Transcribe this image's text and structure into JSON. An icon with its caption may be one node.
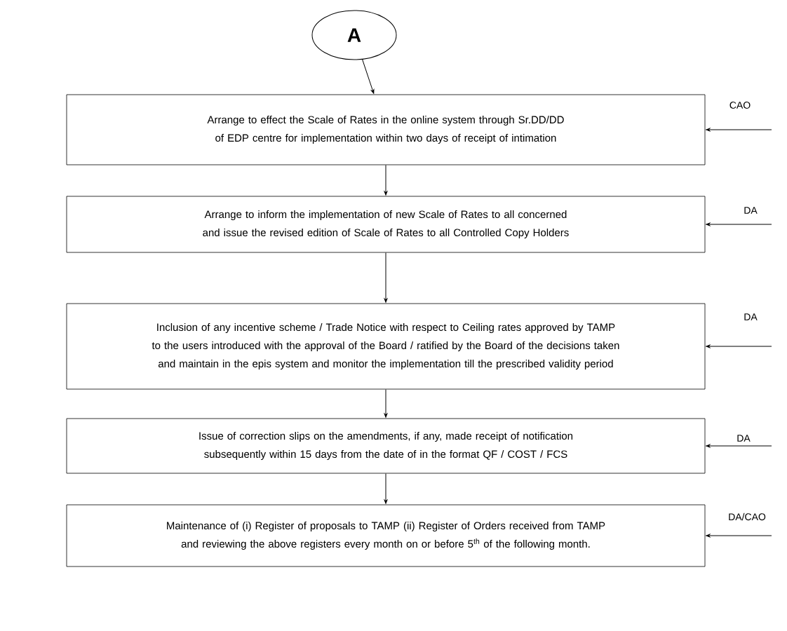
{
  "diagram": {
    "nodes": [
      {
        "text": [
          "A"
        ]
      },
      {
        "text": [
          "Arrange to effect the Scale of Rates in the online system through Sr.DD/DD of EDP centre for implementation within two days of receipt of intimation"
        ],
        "beside": [
          "CAO"
        ]
      },
      {
        "text": [
          "Arrange to inform the implementation of new Scale of Rates to all concerned and issue the revised edition of Scale of Rates to all Controlled Copy Holders"
        ],
        "beside": [
          "DA"
        ]
      },
      {
        "text": [
          "Inclusion of any incentive scheme / Trade Notice with respect to Ceiling rates approved by TAMP to the users introduced with the approval of the Board / ratified by the Board of the decisions taken and maintain in the epis system and monitor the implementation till the prescribed validity period"
        ],
        "beside": [
          "DA"
        ]
      },
      {
        "text": [
          "Issue of correction slips on the amendments, if any, made receipt of notification subsequently within 15 days from the date of in the format QF / COST / FCS"
        ],
        "beside": [
          "DA"
        ]
      },
      {
        "text": [
          "Maintenance of (i) Register of proposals to TAMP (ii) Register of Orders received from TAMP and reviewing the above registers every month on or before 5$^{th}$ of the following month."
        ],
        "beside": [
          "DA/CAO"
        ]
      }
    ],
    "edges": [
      {
        "from": 0,
        "to": 1,
        "arrow": "to"
      },
      {
        "from": 1,
        "to": 2,
        "arrow": "to"
      },
      {
        "from": 2,
        "to": 3,
        "arrow": "to"
      },
      {
        "from": 3,
        "to": 4,
        "arrow": "to"
      },
      {
        "from": 4,
        "to": 5,
        "arrow": "to"
      },
      {
        "from": null,
        "to": 1,
        "arrow": "to"
      },
      {
        "from": null,
        "to": 2,
        "arrow": "to"
      },
      {
        "from": null,
        "to": 3,
        "arrow": "to"
      },
      {
        "from": null,
        "to": 4,
        "arrow": "to"
      },
      {
        "from": null,
        "to": 5,
        "arrow": "to"
      }
    ]
  }
}
